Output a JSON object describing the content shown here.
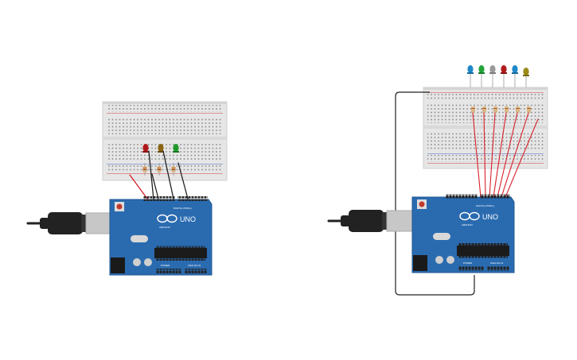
{
  "boards": [
    {
      "model": "UNO",
      "brand": "ARDUINO",
      "digital_label": "DIGITAL (PWM~)",
      "power_label": "POWER",
      "analog_label": "ANALOG IN"
    },
    {
      "model": "UNO",
      "brand": "ARDUINO",
      "digital_label": "DIGITAL (PWM~)",
      "power_label": "POWER",
      "analog_label": "ANALOG IN"
    }
  ],
  "circuit_left": {
    "led_colors": [
      "#b01a1a",
      "#8a6410",
      "#1f9a2a"
    ]
  },
  "circuit_right": {
    "led_colors": [
      "#1e88c7",
      "#22a33a",
      "#9a9a9a",
      "#b01a1a",
      "#1e88c7",
      "#22a33a",
      "#9a8a1a"
    ]
  },
  "colors": {
    "board": "#2a6bb0",
    "board_edge": "#1d5590",
    "breadboard": "#e6e6e6",
    "wire_red": "#d8202a",
    "wire_black": "#222222",
    "usb_cable": "#222222",
    "usb_plug": "#bfbfbf"
  }
}
